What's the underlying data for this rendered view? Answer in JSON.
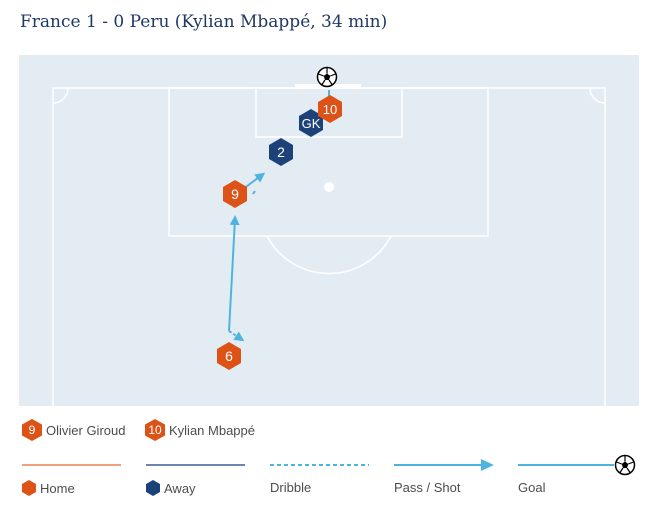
{
  "title": "France 1 - 0 Peru (Kylian Mbappé, 34 min)",
  "colors": {
    "pitch": "#e4ecf3",
    "lines": "#ffffff",
    "home": "#dd5317",
    "away": "#1d427a",
    "pass": "#4fb3e0",
    "text": "#4d4d4d",
    "title": "#1f3864"
  },
  "players": [
    {
      "label": "6",
      "team": "home"
    },
    {
      "label": "9",
      "team": "home"
    },
    {
      "label": "2",
      "team": "away"
    },
    {
      "label": "GK",
      "team": "away"
    },
    {
      "label": "10",
      "team": "home"
    }
  ],
  "key_players": [
    {
      "number": "9",
      "name": "Olivier Giroud"
    },
    {
      "number": "10",
      "name": "Kylian Mbappé"
    }
  ],
  "legend": {
    "home": "Home",
    "away": "Away",
    "dribble": "Dribble",
    "pass_shot": "Pass / Shot",
    "goal": "Goal"
  },
  "icons": {
    "ball": "soccer-ball-icon",
    "home": "hexagon-home-icon",
    "away": "hexagon-away-icon"
  }
}
